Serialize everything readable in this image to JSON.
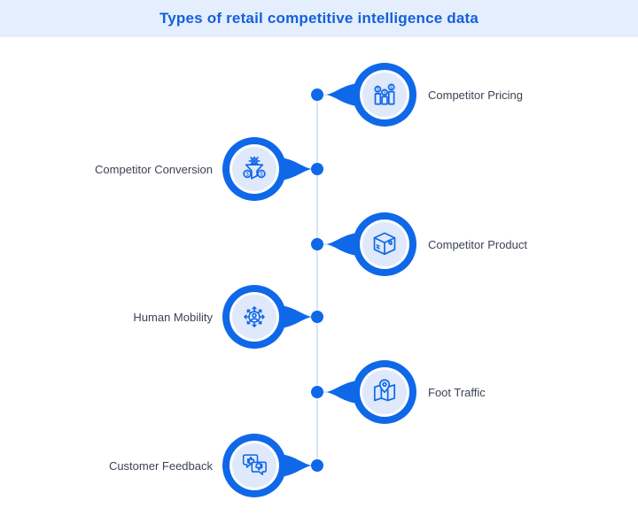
{
  "header": {
    "title": "Types of retail competitive intelligence data"
  },
  "colors": {
    "primary_blue": "#0f68e8",
    "header_background": "#e4eefc",
    "inner_circle": "#dfe9fb",
    "timeline_line": "#d9e5f8",
    "label_text": "#3c4352",
    "title_text": "#1560d9"
  },
  "timeline": {
    "nodes": [
      {
        "label": "Competitor Pricing",
        "side": "right",
        "icon": "pricing-bar-chart-coins-icon"
      },
      {
        "label": "Competitor Conversion",
        "side": "left",
        "icon": "conversion-funnel-coins-icon"
      },
      {
        "label": "Competitor Product",
        "side": "right",
        "icon": "product-box-icon"
      },
      {
        "label": "Human Mobility",
        "side": "left",
        "icon": "human-mobility-arrows-icon"
      },
      {
        "label": "Foot Traffic",
        "side": "right",
        "icon": "foot-traffic-map-pin-icon"
      },
      {
        "label": "Customer Feedback",
        "side": "left",
        "icon": "feedback-chat-thumbs-icon"
      }
    ]
  }
}
